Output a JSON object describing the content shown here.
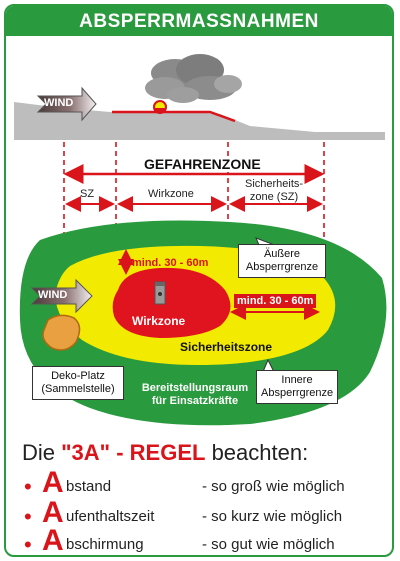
{
  "title": "ABSPERRMASSNAHMEN",
  "profile": {
    "wind_label": "WIND",
    "hazard_zone_label": "GEFAHRENZONE",
    "segments": {
      "sz": "SZ",
      "wirkzone": "Wirkzone",
      "sicherheitszone": "Sicherheits-\nzone (SZ)"
    }
  },
  "map": {
    "wind_label": "WIND",
    "distance_vertical": "mind. 30 - 60m",
    "distance_horizontal": "mind. 30 - 60m",
    "wirkzone_label": "Wirkzone",
    "sicherheitszone_label": "Sicherheitszone",
    "outer_barrier_label": "Äußere\nAbsperrgrenze",
    "inner_barrier_label": "Innere\nAbsperrgrenze",
    "deko_label": "Deko-Platz\n(Sammelstelle)",
    "staging_label": "Bereitstellungsraum\nfür Einsatzkräfte"
  },
  "rule": {
    "title_prefix": "Die ",
    "title_highlight": "\"3A\" - REGEL",
    "title_suffix": " beachten:",
    "items": [
      {
        "letter": "A",
        "rest": "bstand",
        "desc": "- so groß wie möglich"
      },
      {
        "letter": "A",
        "rest": "ufenthaltszeit",
        "desc": "- so kurz wie möglich"
      },
      {
        "letter": "A",
        "rest": "bschirmung",
        "desc": "- so gut wie möglich"
      }
    ]
  },
  "colors": {
    "green": "#2a9a3e",
    "yellow": "#f2ea00",
    "red": "#e0141e",
    "hazard_red": "#d9141a"
  }
}
